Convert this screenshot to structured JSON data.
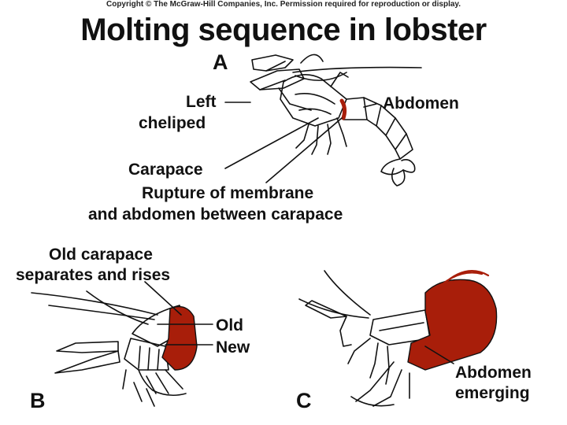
{
  "copyright": "Copyright © The McGraw-Hill Companies, Inc. Permission required for reproduction or display.",
  "title": "Molting sequence in lobster",
  "panels": {
    "a": {
      "letter": "A",
      "labels": {
        "left": "Left",
        "cheliped": "cheliped",
        "abdomen": "Abdomen",
        "carapace": "Carapace",
        "rupture_line1": "Rupture of membrane",
        "rupture_line2": "and abdomen between carapace"
      }
    },
    "b": {
      "letter": "B",
      "labels": {
        "old_carapace_line1": "Old carapace",
        "old_carapace_line2": "separates and rises",
        "old": "Old",
        "new": "New"
      }
    },
    "c": {
      "letter": "C",
      "labels": {
        "abdomen_emerging_line1": "Abdomen",
        "abdomen_emerging_line2": "emerging"
      }
    }
  },
  "colors": {
    "new_exoskeleton": "#a81e0a",
    "line": "#111111"
  }
}
